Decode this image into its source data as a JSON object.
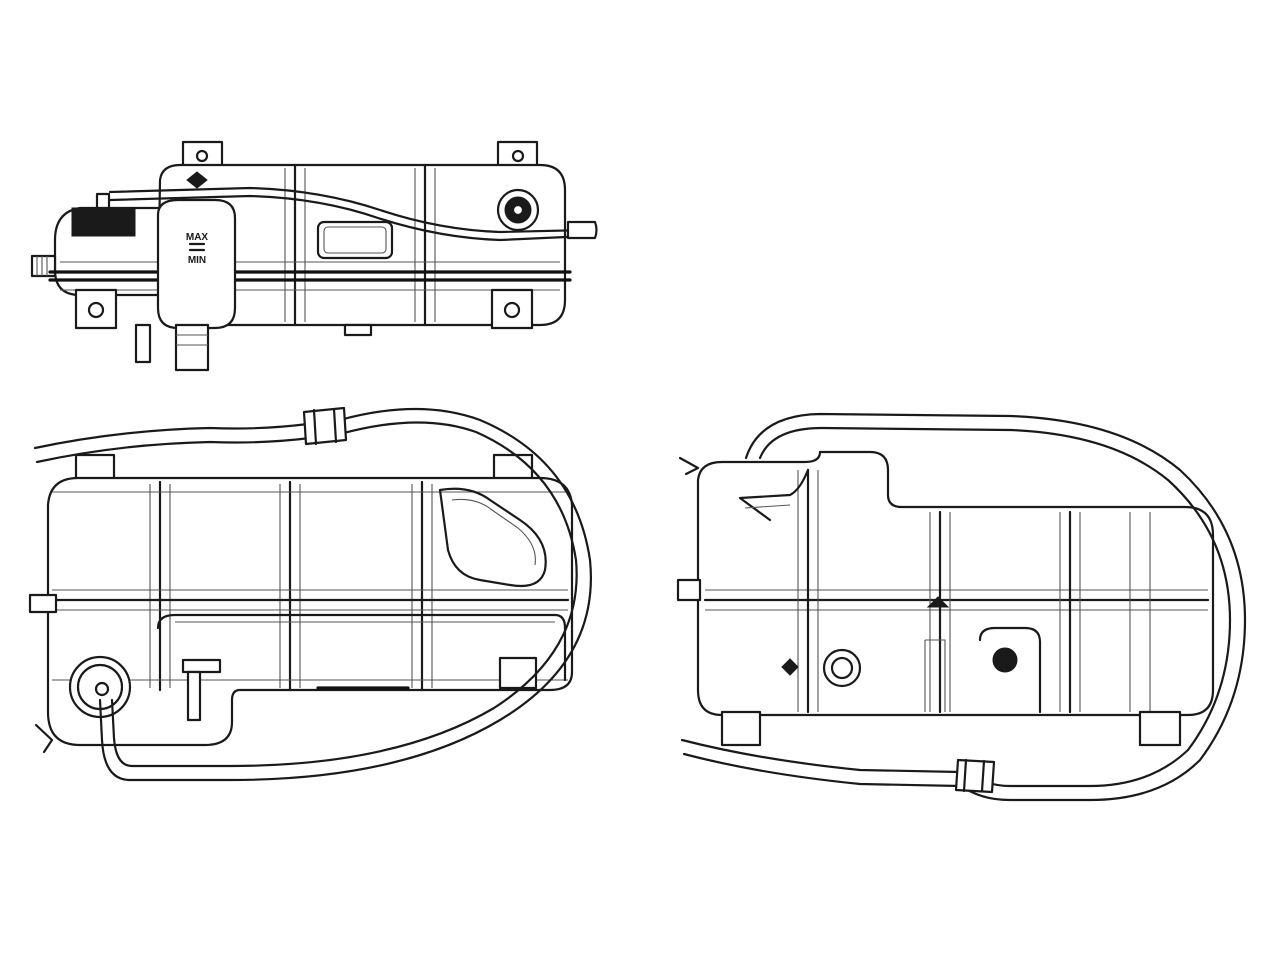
{
  "diagram": {
    "views": [
      {
        "id": "top-view"
      },
      {
        "id": "front-view"
      },
      {
        "id": "rear-view"
      }
    ],
    "level_marks": {
      "max": "MAX",
      "min": "MIN"
    },
    "colors": {
      "line": "#1a1a1a",
      "background": "#ffffff"
    }
  }
}
